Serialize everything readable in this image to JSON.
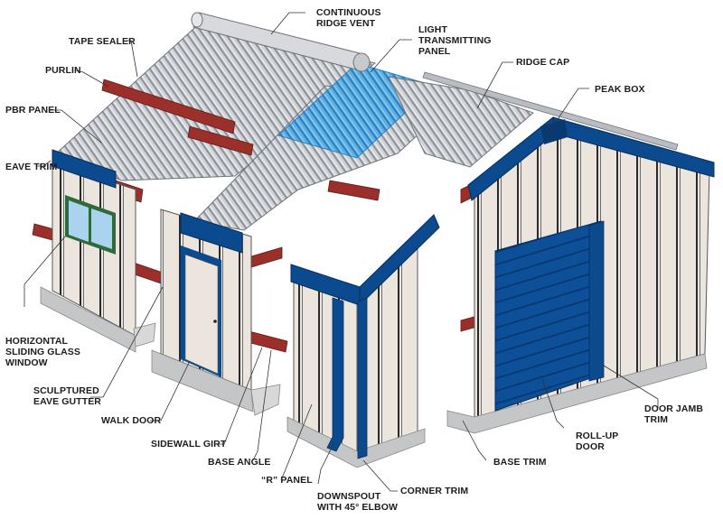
{
  "diagram": {
    "subject": "Metal building components",
    "colors": {
      "roof_panel": "#c9ccd1",
      "roof_rib": "#8d9198",
      "light_panel": "#4fa3d9",
      "trim_blue": "#0b4a8f",
      "wall_panel": "#e9e3dc",
      "wall_rib": "#2a2a2a",
      "purlin_red": "#9b2f2a",
      "base_gray": "#c4c6c8",
      "window_frame": "#2f6b3a",
      "window_glass": "#a9d3ee",
      "leader": "#333333"
    },
    "labels": [
      {
        "id": "continuous-ridge-vent",
        "text": "CONTINUOUS\nRIDGE VENT"
      },
      {
        "id": "light-transmitting-panel",
        "text": "LIGHT\nTRANSMITTING\nPANEL"
      },
      {
        "id": "tape-sealer",
        "text": "TAPE SEALER"
      },
      {
        "id": "purlin",
        "text": "PURLIN"
      },
      {
        "id": "pbr-panel",
        "text": "PBR PANEL"
      },
      {
        "id": "ridge-cap",
        "text": "RIDGE CAP"
      },
      {
        "id": "peak-box",
        "text": "PEAK BOX"
      },
      {
        "id": "eave-trim",
        "text": "EAVE TRIM"
      },
      {
        "id": "horizontal-sliding-glass-window",
        "text": "HORIZONTAL\nSLIDING GLASS\nWINDOW"
      },
      {
        "id": "sculptured-eave-gutter",
        "text": "SCULPTURED\nEAVE GUTTER"
      },
      {
        "id": "walk-door",
        "text": "WALK DOOR"
      },
      {
        "id": "sidewall-girt",
        "text": "SIDEWALL GIRT"
      },
      {
        "id": "base-angle",
        "text": "BASE ANGLE"
      },
      {
        "id": "r-panel",
        "text": "“R” PANEL"
      },
      {
        "id": "downspout",
        "text": "DOWNSPOUT\nWITH 45° ELBOW"
      },
      {
        "id": "corner-trim",
        "text": "CORNER TRIM"
      },
      {
        "id": "door-jamb-trim",
        "text": "DOOR JAMB\nTRIM"
      },
      {
        "id": "roll-up-door",
        "text": "ROLL-UP\nDOOR"
      },
      {
        "id": "base-trim",
        "text": "BASE TRIM"
      }
    ]
  }
}
